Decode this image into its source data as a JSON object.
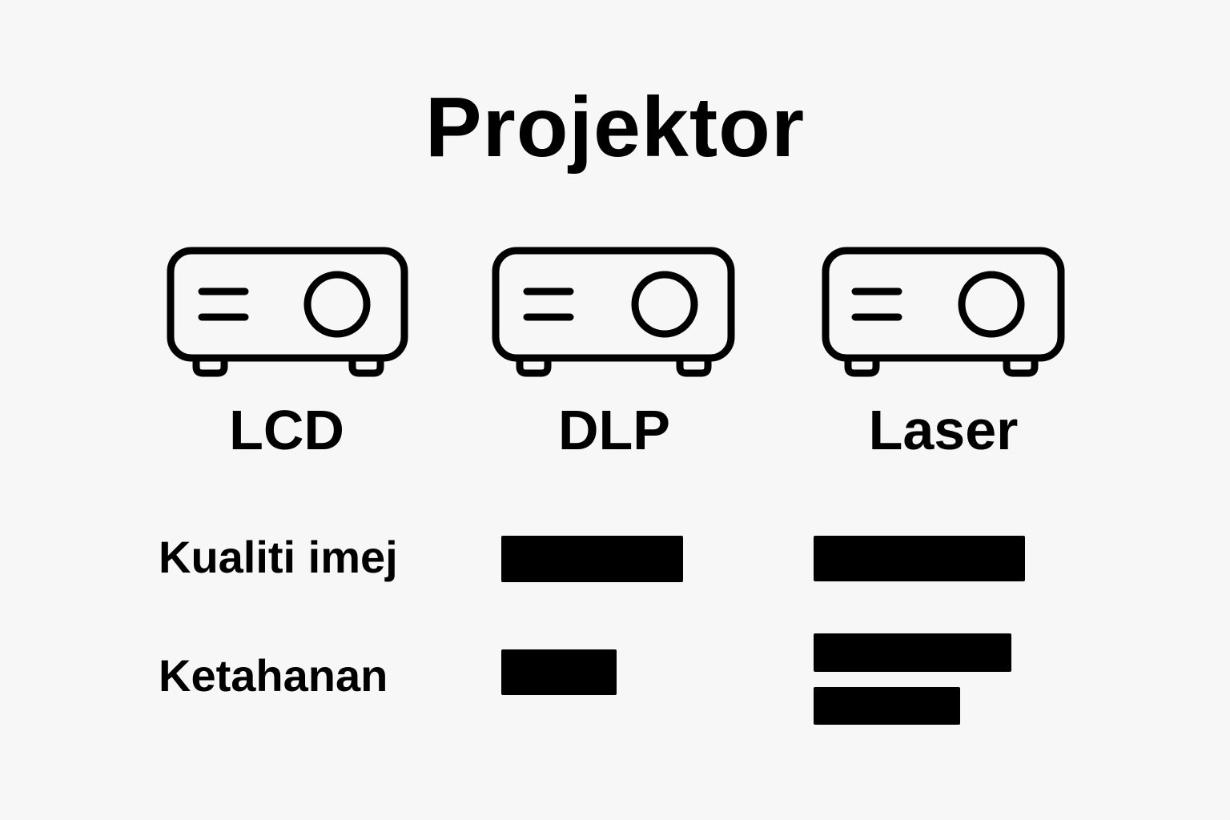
{
  "title": "Projektor",
  "projectors": [
    {
      "label": "LCD",
      "icon": "projector-icon"
    },
    {
      "label": "DLP",
      "icon": "projector-icon"
    },
    {
      "label": "Laser",
      "icon": "projector-icon"
    }
  ],
  "rows": [
    {
      "label": "Kualiti imej"
    },
    {
      "label": "Ketahanan"
    }
  ],
  "bar_color": "#000000",
  "background": "#f7f7f7"
}
